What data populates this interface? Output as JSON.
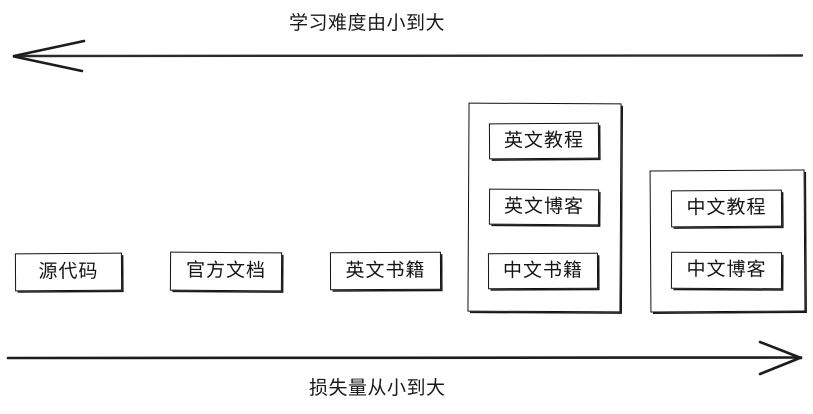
{
  "diagram": {
    "top_axis": {
      "label": "学习难度由小到大",
      "direction": "left",
      "arrow_name": "difficulty-axis-arrow"
    },
    "bottom_axis": {
      "label": "损失量从小到大",
      "direction": "right",
      "arrow_name": "loss-axis-arrow"
    },
    "nodes": [
      {
        "id": "source-code",
        "label": "源代码"
      },
      {
        "id": "official-docs",
        "label": "官方文档"
      },
      {
        "id": "english-books",
        "label": "英文书籍"
      }
    ],
    "groups": [
      {
        "id": "group-english-mixed",
        "items": [
          {
            "id": "english-tutorial",
            "label": "英文教程"
          },
          {
            "id": "english-blog",
            "label": "英文博客"
          },
          {
            "id": "chinese-books",
            "label": "中文书籍"
          }
        ]
      },
      {
        "id": "group-chinese",
        "items": [
          {
            "id": "chinese-tutorial",
            "label": "中文教程"
          },
          {
            "id": "chinese-blog",
            "label": "中文博客"
          }
        ]
      }
    ],
    "colors": {
      "stroke": "#111111",
      "text": "#141414",
      "background": "#ffffff"
    }
  }
}
